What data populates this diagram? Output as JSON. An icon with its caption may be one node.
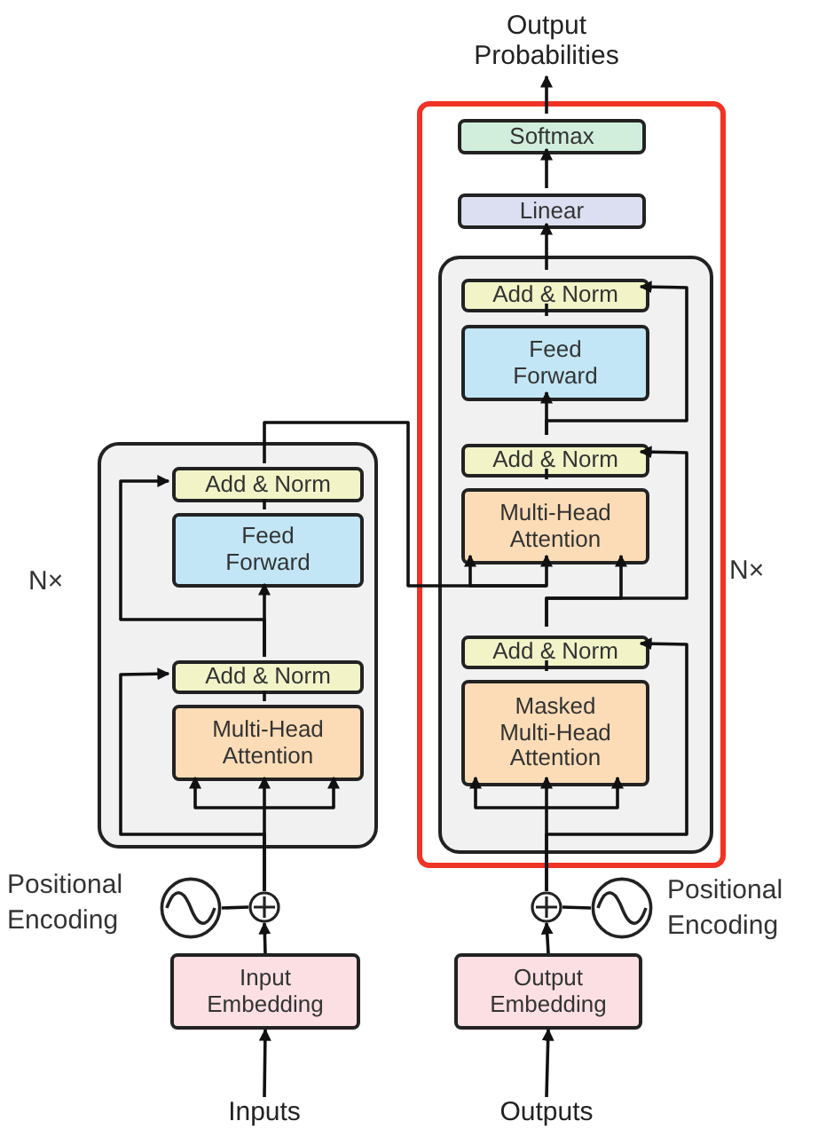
{
  "diagram": {
    "nodes": [
      {
        "text": [],
        "shape": "box",
        "beside": [
          "N×"
        ]
      },
      {
        "text": [
          "Add & Norm"
        ],
        "in": 0
      },
      {
        "text": [
          "Feed Forward"
        ],
        "in": 0
      },
      {
        "text": [
          "Add & Norm"
        ],
        "in": 0
      },
      {
        "text": [
          "Multi-Head Attention"
        ],
        "in": 0
      },
      {
        "text": [],
        "shape": "box"
      },
      {
        "text": [
          "Softmax"
        ],
        "in": 5
      },
      {
        "text": [
          "Linear"
        ],
        "in": 5
      },
      {
        "text": [],
        "shape": "box",
        "in": 5,
        "beside": [
          "N×"
        ]
      },
      {
        "text": [
          "Add & Norm"
        ],
        "in": 8
      },
      {
        "text": [
          "Feed Forward"
        ],
        "in": 8
      },
      {
        "text": [
          "Add & Norm"
        ],
        "in": 8
      },
      {
        "text": [
          "Multi-Head Attention"
        ],
        "in": 8
      },
      {
        "text": [
          "Add & Norm"
        ],
        "in": 8
      },
      {
        "text": [
          "Masked Multi-Head Attention"
        ],
        "in": 8
      },
      {
        "text": [
          "Input Embedding"
        ]
      },
      {
        "text": [
          "Output Embedding"
        ]
      },
      {
        "text": [],
        "shape": "circle"
      },
      {
        "text": [],
        "shape": "circle",
        "beside": [
          "Positional Encoding"
        ]
      },
      {
        "text": [],
        "shape": "circle"
      },
      {
        "text": [],
        "shape": "circle",
        "beside": [
          "Positional Encoding"
        ]
      },
      {
        "text": [
          "Inputs"
        ]
      },
      {
        "text": [
          "Outputs"
        ]
      },
      {
        "text": [
          "Output Probabilities"
        ]
      }
    ],
    "edges": [
      {
        "from": 21,
        "to": 15,
        "arrow": "to"
      },
      {
        "from": 15,
        "to": 17,
        "arrow": "to"
      },
      {
        "from": 18,
        "to": 17,
        "arrow": "none"
      },
      {
        "from": 17,
        "to": 4,
        "arrow": "to"
      },
      {
        "from": 17,
        "to": 3,
        "arrow": "to"
      },
      {
        "from": 4,
        "to": 3,
        "arrow": "none"
      },
      {
        "from": 3,
        "to": 2,
        "arrow": "to"
      },
      {
        "from": 3,
        "to": 1,
        "arrow": "to"
      },
      {
        "from": 2,
        "to": 1,
        "arrow": "none"
      },
      {
        "from": 1,
        "to": 12,
        "arrow": "to"
      },
      {
        "from": 22,
        "to": 16,
        "arrow": "to"
      },
      {
        "from": 16,
        "to": 19,
        "arrow": "to"
      },
      {
        "from": 20,
        "to": 19,
        "arrow": "none"
      },
      {
        "from": 19,
        "to": 14,
        "arrow": "to"
      },
      {
        "from": 19,
        "to": 13,
        "arrow": "to"
      },
      {
        "from": 14,
        "to": 13,
        "arrow": "none"
      },
      {
        "from": 13,
        "to": 12,
        "arrow": "to"
      },
      {
        "from": 13,
        "to": 11,
        "arrow": "to"
      },
      {
        "from": 12,
        "to": 11,
        "arrow": "none"
      },
      {
        "from": 11,
        "to": 10,
        "arrow": "to"
      },
      {
        "from": 11,
        "to": 9,
        "arrow": "to"
      },
      {
        "from": 10,
        "to": 9,
        "arrow": "none"
      },
      {
        "from": 9,
        "to": 7,
        "arrow": "to"
      },
      {
        "from": 7,
        "to": 6,
        "arrow": "to"
      },
      {
        "from": 6,
        "to": 23,
        "arrow": "to"
      }
    ]
  }
}
